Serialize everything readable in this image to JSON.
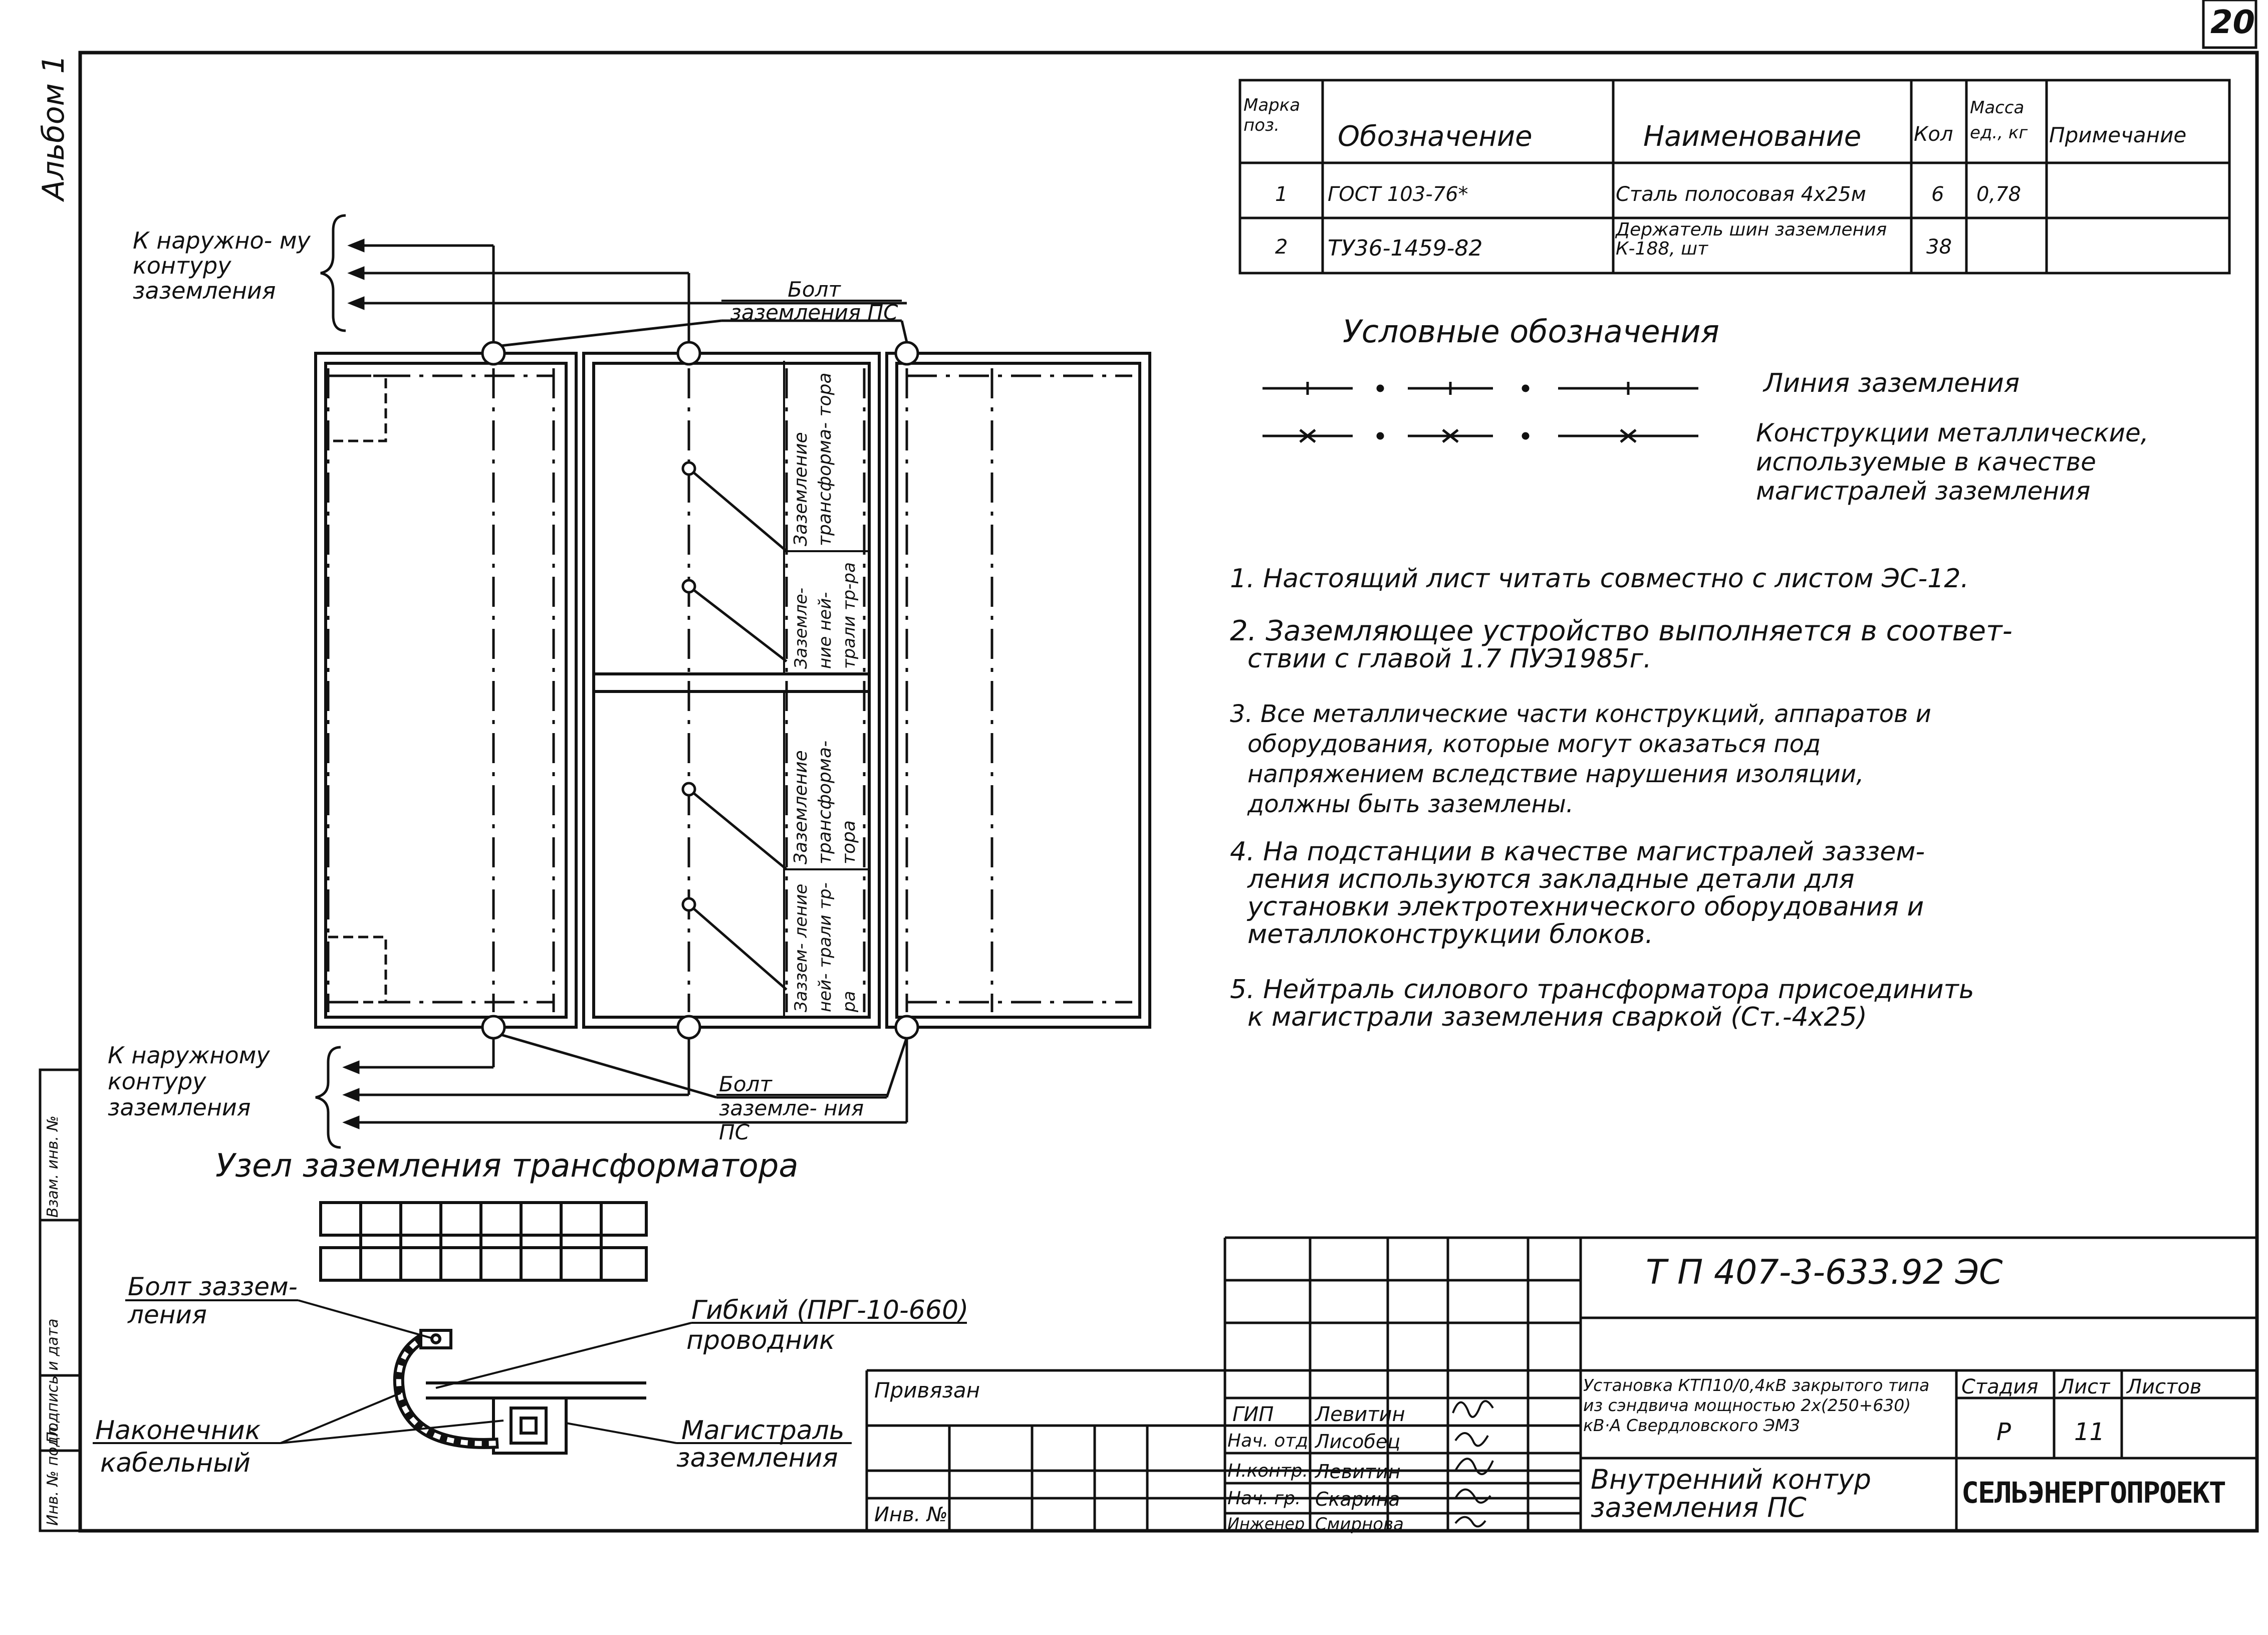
{
  "sheet": {
    "page_number": "20",
    "album_label": "Альбом 1"
  },
  "spec_table": {
    "headers": {
      "mark": "Марка поз.",
      "designation": "Обозначение",
      "name": "Наименование",
      "qty": "Кол",
      "mass": "Масса ед., кг",
      "note": "Примечание"
    },
    "rows": [
      {
        "mark": "1",
        "designation": "ГОСТ 103-76*",
        "name": "Сталь полосовая 4х25м",
        "qty": "6",
        "mass": "0,78",
        "note": ""
      },
      {
        "mark": "2",
        "designation": "ТУ36-1459-82",
        "name": "Держатель шин заземления К-188, шт",
        "qty": "38",
        "mass": "",
        "note": ""
      }
    ]
  },
  "legend": {
    "title": "Условные обозначения",
    "items": [
      {
        "label": "Линия заземления"
      },
      {
        "label": "Конструкции металлические, используемые в качестве магистралей заземления"
      }
    ]
  },
  "notes": [
    "1. Настоящий лист читать совместно с листом ЭС-12.",
    "2. Заземляющее устройство выполняется в соответ-",
    "ствии с главой 1.7 ПУЭ1985г.",
    "3. Все металлические части конструкций, аппаратов и",
    "оборудования, которые могут оказаться под",
    "напряжением вследствие нарушения изоляции,",
    "должны быть заземлены.",
    "4. На подстанции в качестве магистралей заззем-",
    "ления используются закладные детали для",
    "установки электротехнического оборудования и",
    "металлоконструкции блоков.",
    "5. Нейтраль силового трансформатора присоединить",
    "к магистрали заземления сваркой (Ст.-4х25)"
  ],
  "plan": {
    "outer_loop_top": "К наружно- му контуру заземления",
    "outer_loop_bottom": "К наружному контуру заземления",
    "bolt_top": "Болт заземления ПС",
    "bolt_bottom": "Болт заземле- ния ПС",
    "cell_labels": [
      "Заземление трансформа- тора",
      "Заземле- ние ней- трали тр-ра",
      "Заземление трансформа- тора",
      "Заззем- ление ней- трали тр-ра"
    ]
  },
  "detail": {
    "title": "Узел заземления трансформатора",
    "bolt": "Болт заззем- ления",
    "flexible": "Гибкий (ПРГ-10-660)",
    "flexible2": "проводник",
    "lug": "Наконечник",
    "lug2": "кабельный",
    "main": "Магистраль",
    "main2": "заземления"
  },
  "title_block": {
    "doc_code": "Т П 407-3-633.92 ЭС",
    "attached": "Привязан",
    "inv_no": "Инв. №",
    "roles": [
      {
        "role": "ГИП",
        "name": "Левитин"
      },
      {
        "role": "Нач. отд.",
        "name": "Лисобец"
      },
      {
        "role": "Н.контр.",
        "name": "Левитин"
      },
      {
        "role": "Нач. гр.",
        "name": "Скарина"
      },
      {
        "role": "Инженер",
        "name": "Смирнова"
      }
    ],
    "project": "Установка КТП10/0,4кВ закрытого типа из сэндвича мощностью 2х(250+630) кВ·А Свердловского ЭМЗ",
    "stage_h": "Стадия",
    "sheet_h": "Лист",
    "sheets_h": "Листов",
    "stage": "Р",
    "sheet": "11",
    "sheets": "",
    "drawing_title": "Внутренний контур заземления ПС",
    "org": "СЕЛЬЭНЕРГОПРОЕКТ"
  },
  "side_stamp": [
    "Инв. № подл.",
    "Подпись и дата",
    "Взам. инв. №"
  ]
}
